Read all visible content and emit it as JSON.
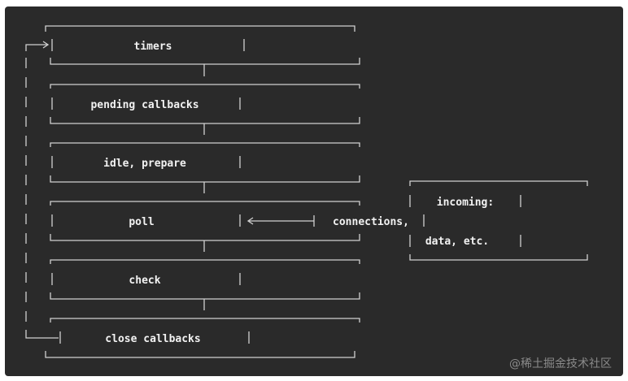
{
  "diagram": {
    "phases": [
      {
        "label": "timers"
      },
      {
        "label": "pending callbacks"
      },
      {
        "label": "idle, prepare"
      },
      {
        "label": "poll"
      },
      {
        "label": "check"
      },
      {
        "label": "close callbacks"
      }
    ],
    "incoming": {
      "line1": "incoming:",
      "line2": "connections,",
      "line3": "data, etc."
    }
  },
  "watermark": "@稀土掘金技术社区",
  "colors": {
    "background": "#2a2a2a",
    "line": "#d0d0d0",
    "text": "#f2f2f2"
  }
}
